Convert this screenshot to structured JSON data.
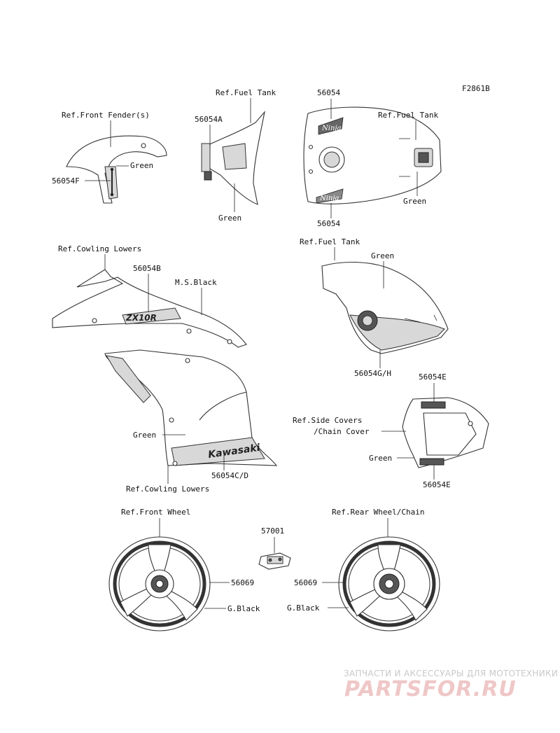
{
  "figure_code": "F2861B",
  "labels": {
    "fender_ref": "Ref.Front Fender(s)",
    "fender_part": "56054F",
    "fender_color": "Green",
    "tankcover_ref": "Ref.Fuel Tank",
    "tankcover_part": "56054A",
    "tankcover_color": "Green",
    "tank_top_part": "56054",
    "tank_ref": "Ref.Fuel Tank",
    "tank_color": "Green",
    "tank_bottom_part": "56054",
    "cowl_upper_ref": "Ref.Cowling Lowers",
    "cowl_upper_part": "56054B",
    "cowl_upper_color": "M.S.Black",
    "tankside_ref": "Ref.Fuel Tank",
    "tankside_color": "Green",
    "tankside_part": "56054G/H",
    "cowl_lower_color": "Green",
    "cowl_lower_part": "56054C/D",
    "cowl_lower_ref": "Ref.Cowling Lowers",
    "sidecover_part_top": "56054E",
    "sidecover_ref_1": "Ref.Side Covers",
    "sidecover_ref_2": "/Chain Cover",
    "sidecover_color": "Green",
    "sidecover_part_bottom": "56054E",
    "front_wheel_ref": "Ref.Front Wheel",
    "front_wheel_part": "56069",
    "front_wheel_color": "G.Black",
    "small_part": "57001",
    "rear_wheel_ref": "Ref.Rear Wheel/Chain",
    "rear_wheel_part": "56069",
    "rear_wheel_color": "G.Black"
  },
  "decal_text": {
    "cowl_logo": "ZX10R",
    "lower_logo": "Kawasaki",
    "tank_logo": "Ninja"
  },
  "watermark": {
    "line1": "ЗАПЧАСТИ И АКСЕССУАРЫ ДЛЯ МОТОТЕХНИКИ",
    "line2": "PARTSFOR.RU"
  },
  "colors": {
    "line": "#222222",
    "watermark_text": "#c9c9c9",
    "watermark_logo": "#efc7c7"
  }
}
